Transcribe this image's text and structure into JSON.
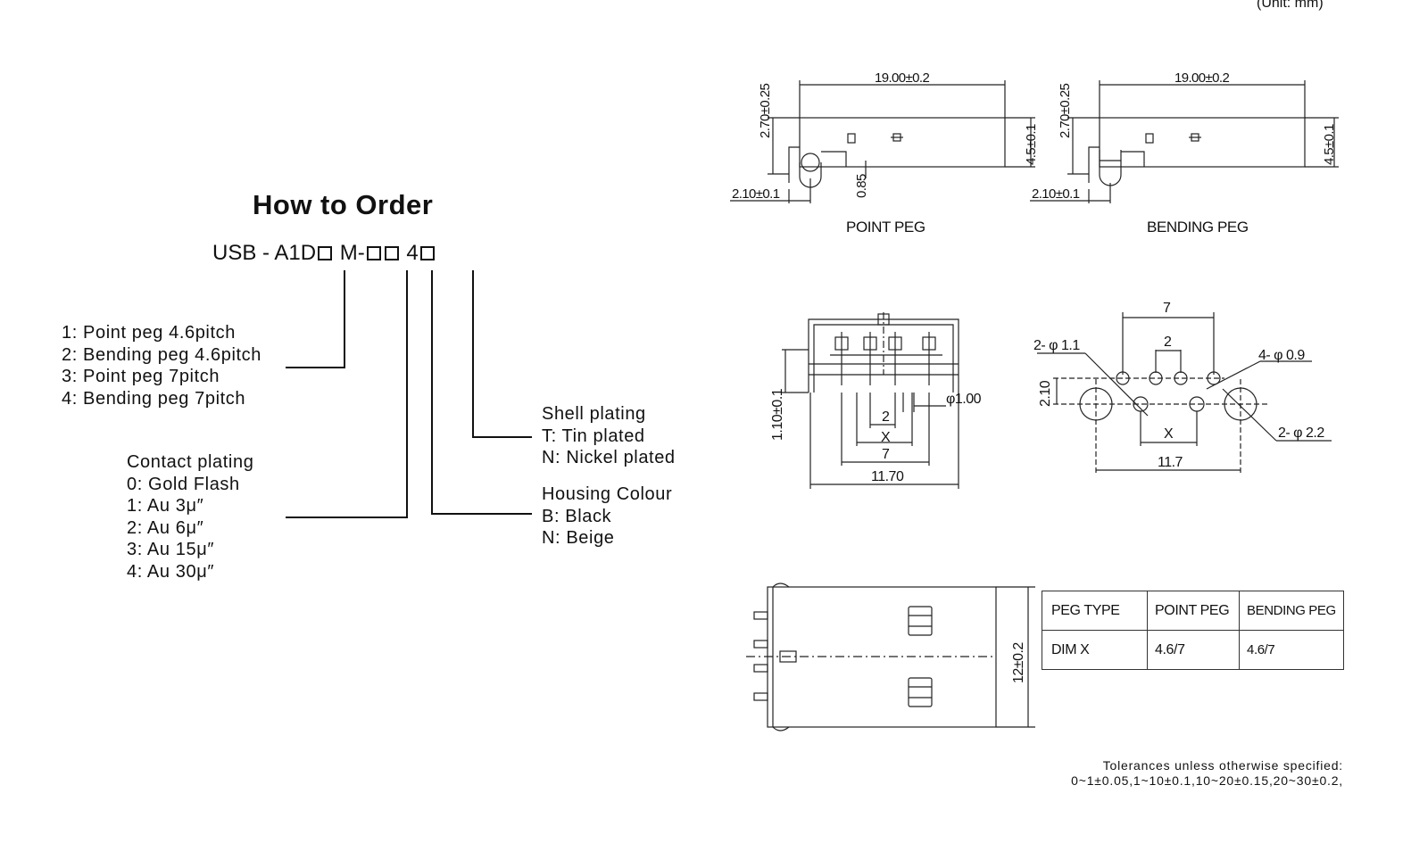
{
  "unit_note": "(Unit: mm)",
  "order": {
    "title": "How to Order",
    "part_prefix": "USB - A1D",
    "part_mid": "M-",
    "part_four": "4",
    "peg_options": [
      "1: Point peg 4.6pitch",
      "2: Bending peg 4.6pitch",
      "3: Point peg 7pitch",
      "4: Bending peg 7pitch"
    ],
    "contact_title": "Contact plating",
    "contact_options": [
      "0: Gold Flash",
      "1: Au 3μ″",
      "2: Au 6μ″",
      "3: Au 15μ″",
      "4: Au 30μ″"
    ],
    "shell_title": "Shell plating",
    "shell_options": [
      "T: Tin plated",
      "N: Nickel plated"
    ],
    "housing_title": "Housing Colour",
    "housing_options": [
      "B: Black",
      "N: Beige"
    ]
  },
  "side_views": {
    "point_peg_label": "POINT PEG",
    "bending_peg_label": "BENDING PEG",
    "length_dim": "19.00±0.2",
    "height_dim": "2.70±0.25",
    "body_dim": "4.5±0.1",
    "peg_dim": "2.10±0.1",
    "offset_dim": "0.85"
  },
  "front_view": {
    "height_dim": "1.10±0.1",
    "phi_dim": "φ1.00",
    "pitch": "2",
    "x": "X",
    "seven": "7",
    "width": "11.70"
  },
  "footprint": {
    "top": "7",
    "pitch": "2",
    "hole_a": "2- φ 1.1",
    "hole_b": "4- φ 0.9",
    "hole_c": "2- φ 2.2",
    "row": "2.10",
    "x": "X",
    "width": "11.7"
  },
  "top_view": {
    "width_dim": "12±0.2"
  },
  "peg_table": {
    "header": [
      "PEG TYPE",
      "POINT PEG",
      "BENDING PEG"
    ],
    "row": [
      "DIM X",
      "4.6/7",
      "4.6/7"
    ]
  },
  "tolerances": {
    "line1": "Tolerances unless otherwise specified:",
    "line2": "0~1±0.05,1~10±0.1,10~20±0.15,20~30±0.2,"
  }
}
